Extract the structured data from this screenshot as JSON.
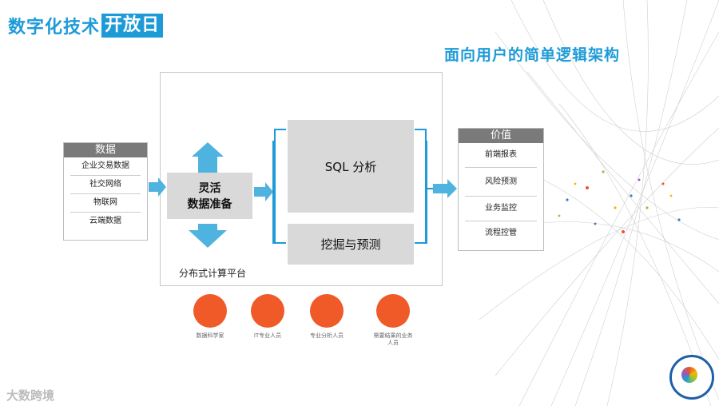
{
  "header": {
    "title_part1": "数字化技术",
    "title_part2": "开放日"
  },
  "subtitle": "面向用户的简单逻辑架构",
  "data_panel": {
    "title": "数据",
    "items": [
      "企业交易数据",
      "社交网络",
      "物联网",
      "云端数据"
    ]
  },
  "prep_box": {
    "line1": "灵活",
    "line2": "数据准备"
  },
  "sql_box": "SQL 分析",
  "mining_box": "挖掘与预测",
  "platform_label": "分布式计算平台",
  "value_panel": {
    "title": "价值",
    "items": [
      "前端报表",
      "风险预测",
      "业务监控",
      "流程控管"
    ]
  },
  "personas": [
    {
      "label": "数据科学家"
    },
    {
      "label": "IT专业人员"
    },
    {
      "label": "专业分析人员"
    },
    {
      "label": "需要结果的业务人员"
    }
  ],
  "footer": {
    "logo_text": "大数跨境"
  },
  "colors": {
    "accent": "#1e9bd7",
    "arrow": "#4fb3e0",
    "persona": "#f05a28",
    "panel_head": "#7a7a7a",
    "box": "#d9d9d9"
  }
}
